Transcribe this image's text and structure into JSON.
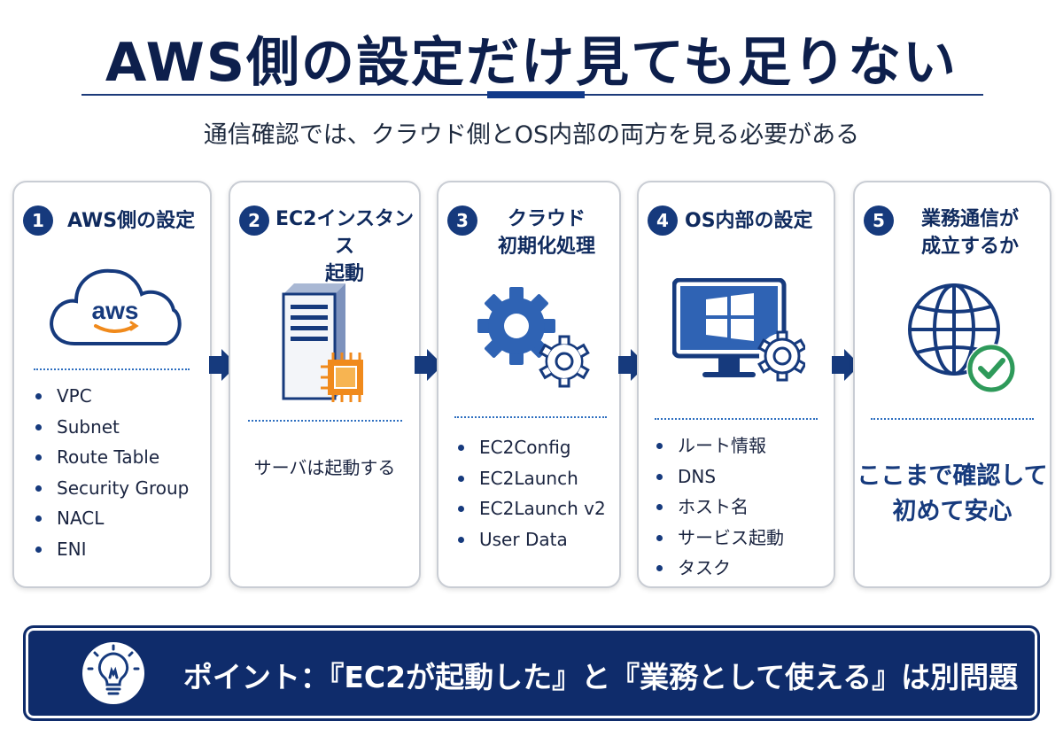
{
  "title": "AWS側の設定だけ見ても足りない",
  "subtitle": "通信確認では、クラウド側とOS内部の両方を見る必要がある",
  "steps": [
    {
      "number": "1",
      "title": "AWS側の設定",
      "icon": "aws-cloud-icon",
      "logo_text": "aws",
      "items": [
        "VPC",
        "Subnet",
        "Route Table",
        "Security Group",
        "NACL",
        "ENI"
      ]
    },
    {
      "number": "2",
      "title_line1": "EC2インスタンス",
      "title_line2": "起動",
      "icon": "server-icon",
      "text": "サーバは起動する"
    },
    {
      "number": "3",
      "title_line1": "クラウド",
      "title_line2": "初期化処理",
      "icon": "gears-icon",
      "items": [
        "EC2Config",
        "EC2Launch",
        "EC2Launch v2",
        "User Data"
      ]
    },
    {
      "number": "4",
      "title": "OS内部の設定",
      "icon": "windows-monitor-icon",
      "items": [
        "ルート情報",
        "DNS",
        "ホスト名",
        "サービス起動",
        "タスク"
      ]
    },
    {
      "number": "5",
      "title_line1": "業務通信が",
      "title_line2": "成立するか",
      "icon": "globe-check-icon",
      "text_line1": "ここまで確認して",
      "text_line2": "初めて安心"
    }
  ],
  "point": {
    "text": "ポイント：『EC2が起動した』と『業務として使える』は別問題",
    "icon": "lightbulb-icon"
  },
  "colors": {
    "navy": "#163a7d",
    "dark_navy": "#0f2c6b",
    "blue": "#2f63b4",
    "orange": "#f08a1c",
    "green": "#2e9a5a"
  }
}
